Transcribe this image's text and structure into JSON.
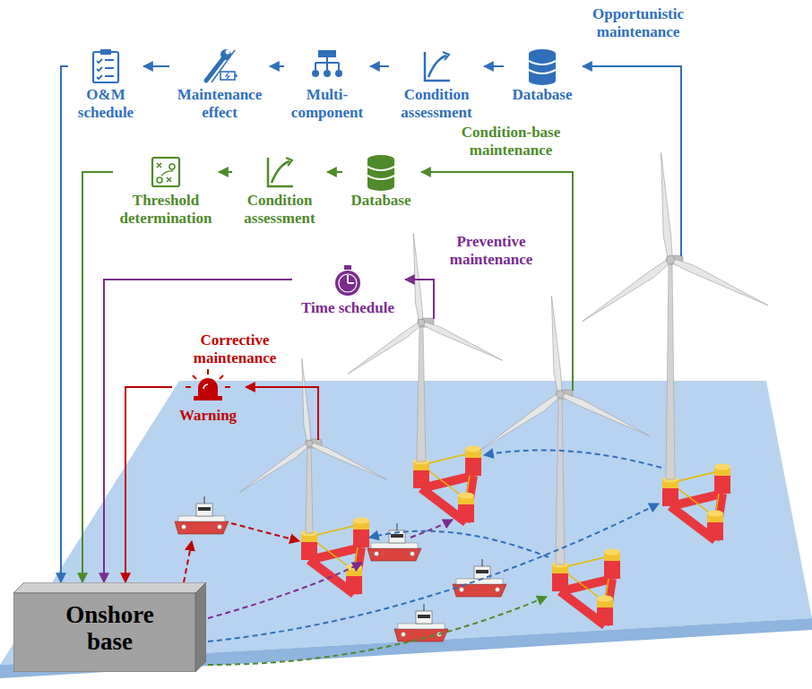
{
  "diagram": {
    "nodes": [
      {
        "text": [
          "O&M schedule"
        ]
      },
      {
        "text": [
          "Maintenance effect"
        ]
      },
      {
        "text": [
          "Multi-component"
        ]
      },
      {
        "text": [
          "Condition assessment"
        ]
      },
      {
        "text": [
          "Database"
        ]
      },
      {
        "text": [
          "Threshold determination"
        ]
      },
      {
        "text": [
          "Condition assessment"
        ]
      },
      {
        "text": [
          "Database"
        ]
      },
      {
        "text": [
          "Time schedule"
        ]
      },
      {
        "text": [
          "Warning"
        ]
      },
      {
        "text": [
          "Onshore base"
        ]
      }
    ],
    "edges": [
      {
        "from": 4,
        "to": 3,
        "arrow": "to"
      },
      {
        "from": 3,
        "to": 2,
        "arrow": "to"
      },
      {
        "from": 2,
        "to": 1,
        "arrow": "to"
      },
      {
        "from": 1,
        "to": 0,
        "arrow": "to"
      },
      {
        "from": 0,
        "to": 10,
        "arrow": "to"
      },
      {
        "from": 7,
        "to": 6,
        "arrow": "to"
      },
      {
        "from": 6,
        "to": 5,
        "arrow": "to"
      },
      {
        "from": 5,
        "to": 10,
        "arrow": "to"
      },
      {
        "from": 8,
        "to": 10,
        "arrow": "to"
      },
      {
        "from": 9,
        "to": 10,
        "arrow": "to"
      }
    ],
    "labels": [
      "Opportunistic maintenance",
      "Condition-base maintenance",
      "Preventive maintenance",
      "Corrective maintenance"
    ]
  }
}
